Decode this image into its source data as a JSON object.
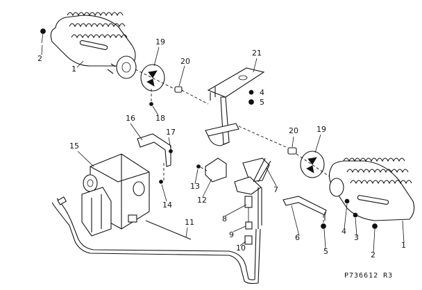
{
  "diagram": {
    "code": "P736612 R3",
    "callouts": [
      "1",
      "2",
      "3",
      "4",
      "5",
      "6",
      "8",
      "9",
      "10",
      "11",
      "12",
      "13",
      "14",
      "15",
      "16",
      "17",
      "18",
      "19",
      "20",
      "21",
      "7",
      "1",
      "2",
      "4",
      "5",
      "19",
      "20"
    ]
  }
}
